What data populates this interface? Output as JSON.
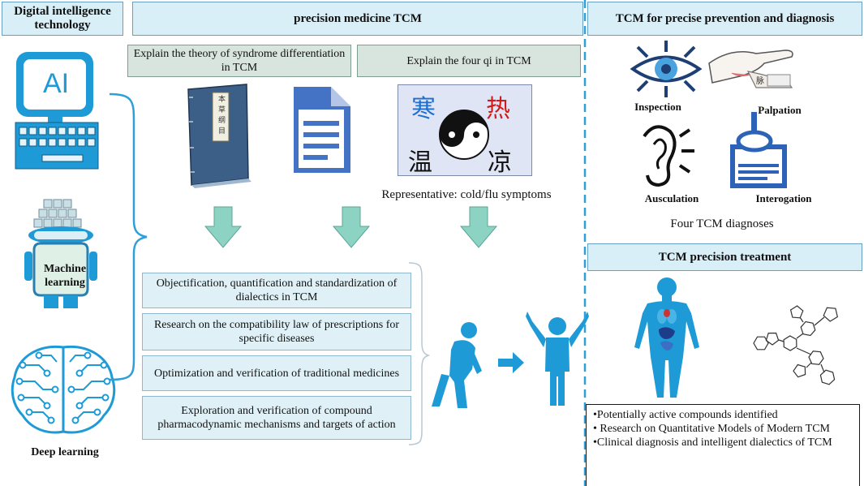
{
  "left_column": {
    "header": "Digital intelligence technology",
    "ai_label": "AI",
    "machine_learning_label": "Machine learning",
    "deep_learning_label": "Deep learning"
  },
  "center_column": {
    "header": "precision medicine TCM",
    "theory_box": "Explain the theory of syndrome differentiation in TCM",
    "four_qi_box": "Explain the four qi in TCM",
    "four_qi_chars": {
      "cold": "寒",
      "hot": "热",
      "warm": "温",
      "cool": "凉"
    },
    "book_title": "本草纲目",
    "representative_caption": "Representative: cold/flu symptoms",
    "research_items": [
      "Objectification, quantification and standardization of dialectics in TCM",
      "Research on the compatibility law of prescriptions for specific diseases",
      "Optimization and verification of traditional medicines",
      "Exploration and verification of compound pharmacodynamic mechanisms and targets of action"
    ]
  },
  "right_column": {
    "diagnosis_header": "TCM for precise prevention and diagnosis",
    "diagnoses": {
      "inspection": "Inspection",
      "palpation": "Palpation",
      "ausculation": "Ausculation",
      "interogation": "Interogation"
    },
    "pulse_char": "脉",
    "four_diagnoses_caption": "Four TCM diagnoses",
    "treatment_header": "TCM precision treatment",
    "treatment_items": [
      "•Potentially active compounds identified",
      "• Research on Quantitative Models of Modern TCM",
      "•Clinical diagnosis and intelligent dialectics of TCM"
    ]
  },
  "colors": {
    "header_fill": "#d8eff8",
    "gray_box_fill": "#d8e4de",
    "arrow_fill": "#8dd3c4",
    "figure_blue": "#1e9ad6",
    "divider": "#2e9fd8",
    "book_blue": "#3b5f86",
    "doc_blue": "#4472c4"
  }
}
